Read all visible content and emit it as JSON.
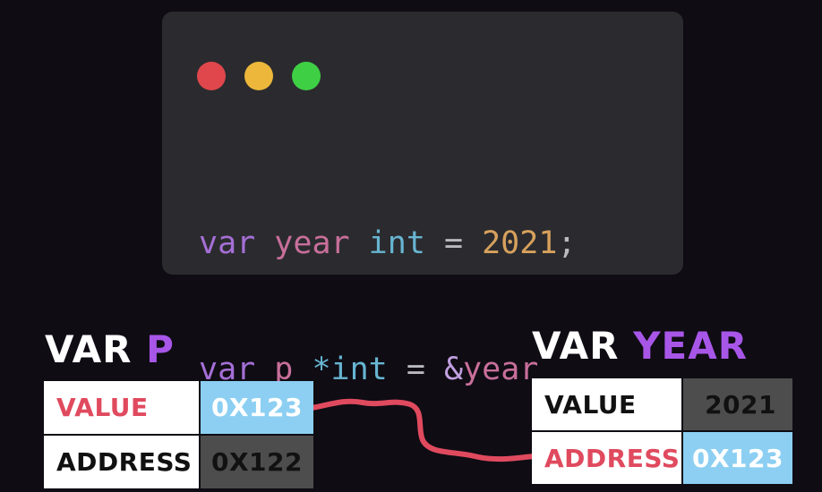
{
  "code_window": {
    "controls": {
      "close_color": "#e0474c",
      "minimize_color": "#ecb73a",
      "maximize_color": "#3fcf45"
    },
    "lines": [
      [
        {
          "text": "var",
          "kind": "keyword"
        },
        {
          "text": " ",
          "kind": "space"
        },
        {
          "text": "year",
          "kind": "ident"
        },
        {
          "text": " ",
          "kind": "space"
        },
        {
          "text": "int",
          "kind": "type"
        },
        {
          "text": " = ",
          "kind": "op"
        },
        {
          "text": "2021",
          "kind": "number"
        },
        {
          "text": ";",
          "kind": "punct"
        }
      ],
      [
        {
          "text": "var",
          "kind": "keyword"
        },
        {
          "text": " ",
          "kind": "space"
        },
        {
          "text": "p",
          "kind": "ident"
        },
        {
          "text": " ",
          "kind": "space"
        },
        {
          "text": "*int",
          "kind": "type"
        },
        {
          "text": " = ",
          "kind": "op"
        },
        {
          "text": "&",
          "kind": "ref"
        },
        {
          "text": "year",
          "kind": "ident"
        }
      ]
    ]
  },
  "var_p": {
    "title_keyword": "VAR",
    "title_name": "P",
    "value_label": "VALUE",
    "value": "0X123",
    "address_label": "ADDRESS",
    "address": "0X122"
  },
  "var_year": {
    "title_keyword": "VAR",
    "title_name": "YEAR",
    "value_label": "VALUE",
    "value": "2021",
    "address_label": "ADDRESS",
    "address": "0X123"
  },
  "colors": {
    "background": "#0f0c14",
    "accent_purple": "#a856e8",
    "pointer_red": "#e04a5e",
    "highlight_blue": "#8ccff2"
  }
}
